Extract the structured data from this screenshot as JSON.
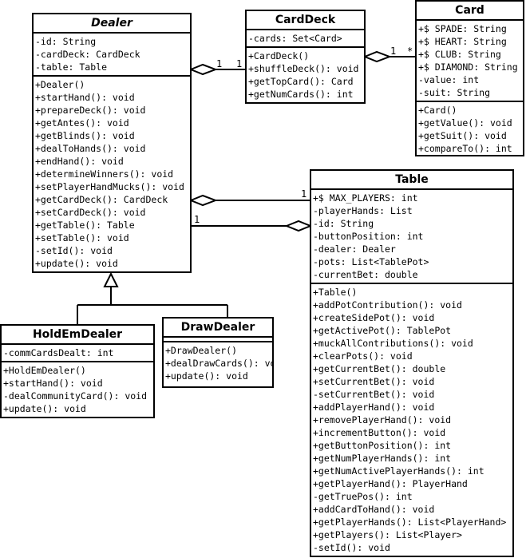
{
  "classes": {
    "dealer": {
      "name": "Dealer",
      "attributes": [
        "-id: String",
        "-cardDeck: CardDeck",
        "-table: Table"
      ],
      "methods": [
        "+Dealer()",
        "+startHand(): void",
        "+prepareDeck(): void",
        "+getAntes(): void",
        "+getBlinds(): void",
        "+dealToHands(): void",
        "+endHand(): void",
        "+determineWinners(): void",
        "+setPlayerHandMucks(): void",
        "+getCardDeck(): CardDeck",
        "+setCardDeck(): void",
        "+getTable(): Table",
        "+setTable(): void",
        "-setId(): void",
        "+update(): void"
      ]
    },
    "carddeck": {
      "name": "CardDeck",
      "attributes": [
        "-cards: Set<Card>"
      ],
      "methods": [
        "+CardDeck()",
        "+shuffleDeck(): void",
        "+getTopCard(): Card",
        "+getNumCards(): int"
      ]
    },
    "card": {
      "name": "Card",
      "attributes": [
        "+$ SPADE: String",
        "+$ HEART: String",
        "+$ CLUB: String",
        "+$ DIAMOND: String",
        "-value: int",
        "-suit: String"
      ],
      "methods": [
        "+Card()",
        "+getValue(): void",
        "+getSuit(): void",
        "+compareTo(): int"
      ]
    },
    "table": {
      "name": "Table",
      "attributes": [
        "+$ MAX_PLAYERS: int",
        "-playerHands: List",
        "-id: String",
        "-buttonPosition: int",
        "-dealer: Dealer",
        "-pots: List<TablePot>",
        "-currentBet: double"
      ],
      "methods": [
        "+Table()",
        "+addPotContribution(): void",
        "+createSidePot(): void",
        "+getActivePot(): TablePot",
        "+muckAllContributions(): void",
        "+clearPots(): void",
        "+getCurrentBet(): double",
        "+setCurrentBet(): void",
        "-setCurrentBet(): void",
        "+addPlayerHand(): void",
        "+removePlayerHand(): void",
        "+incrementButton(): void",
        "+getButtonPosition(): int",
        "+getNumPlayerHands(): int",
        "+getNumActivePlayerHands(): int",
        "+getPlayerHand(): PlayerHand",
        "-getTruePos(): int",
        "+addCardToHand(): void",
        "+getPlayerHands(): List<PlayerHand>",
        "+getPlayers(): List<Player>",
        "-setId(): void"
      ]
    },
    "holdem": {
      "name": "HoldEmDealer",
      "attributes": [
        "-commCardsDealt: int"
      ],
      "methods": [
        "+HoldEmDealer()",
        "+startHand(): void",
        "-dealCommunityCard(): void",
        "+update(): void"
      ]
    },
    "draw": {
      "name": "DrawDealer",
      "attributes": [],
      "methods": [
        "+DrawDealer()",
        "+dealDrawCards(): void",
        "+update(): void"
      ]
    }
  },
  "multiplicities": {
    "dealer_deck_left": "1",
    "dealer_deck_right": "1",
    "deck_card_left": "1",
    "deck_card_right": "*",
    "dealer_table_top": "1",
    "dealer_table_bottom": "1"
  }
}
